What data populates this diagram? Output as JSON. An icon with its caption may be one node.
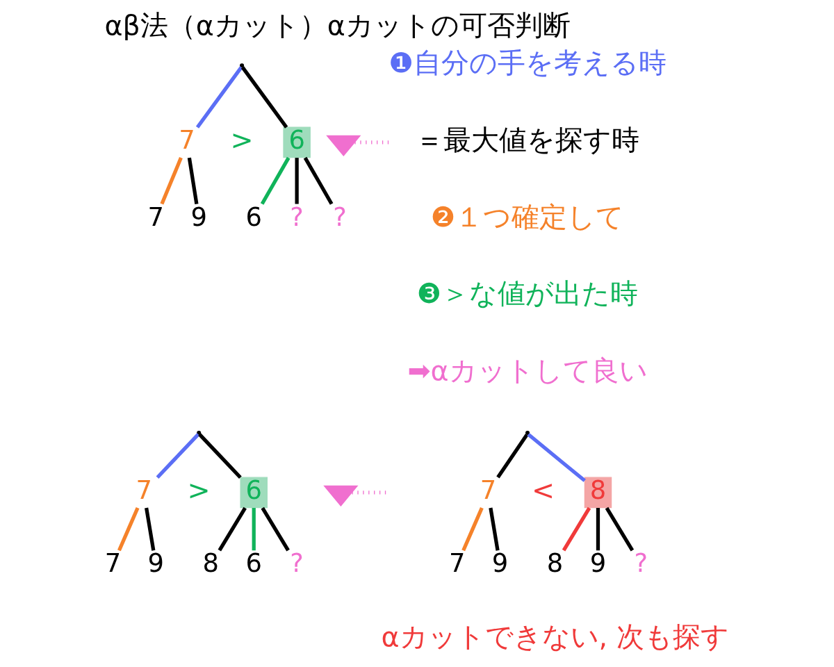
{
  "diagram": {
    "title": "αβ法（αカット）αカットの可否判断",
    "nodes": [
      {
        "text": [],
        "shape": "point"
      },
      {
        "text": [
          "7"
        ]
      },
      {
        "text": [
          "6"
        ]
      },
      {
        "text": [
          "7"
        ]
      },
      {
        "text": [
          "9"
        ]
      },
      {
        "text": [
          "6"
        ]
      },
      {
        "text": [
          "?"
        ]
      },
      {
        "text": [
          "?"
        ]
      },
      {
        "text": [],
        "shape": "scissors"
      },
      {
        "text": [],
        "shape": "point"
      },
      {
        "text": [
          "7"
        ]
      },
      {
        "text": [
          "6"
        ]
      },
      {
        "text": [
          "7"
        ]
      },
      {
        "text": [
          "9"
        ]
      },
      {
        "text": [
          "8"
        ]
      },
      {
        "text": [
          "6"
        ]
      },
      {
        "text": [
          "?"
        ]
      },
      {
        "text": [],
        "shape": "scissors"
      },
      {
        "text": [],
        "shape": "point"
      },
      {
        "text": [
          "7"
        ]
      },
      {
        "text": [
          "8"
        ]
      },
      {
        "text": [
          "7"
        ]
      },
      {
        "text": [
          "9"
        ]
      },
      {
        "text": [
          "8"
        ]
      },
      {
        "text": [
          "9"
        ]
      },
      {
        "text": [
          "?"
        ]
      }
    ],
    "edges": [
      {
        "from": 0,
        "to": 1,
        "arrow": "none",
        "color": "#5b6ef5"
      },
      {
        "from": 0,
        "to": 2,
        "arrow": "none"
      },
      {
        "from": 1,
        "to": 3,
        "arrow": "none",
        "color": "#f5822a"
      },
      {
        "from": 1,
        "to": 4,
        "arrow": "none"
      },
      {
        "from": 2,
        "to": 5,
        "arrow": "none",
        "color": "#10b35a"
      },
      {
        "from": 2,
        "to": 6,
        "arrow": "none"
      },
      {
        "from": 2,
        "to": 7,
        "arrow": "none"
      },
      {
        "from": 8,
        "to": null,
        "arrow": "none",
        "style": "dashed",
        "color": "#f06fcf"
      },
      {
        "from": 9,
        "to": 10,
        "arrow": "none",
        "color": "#5b6ef5"
      },
      {
        "from": 9,
        "to": 11,
        "arrow": "none"
      },
      {
        "from": 10,
        "to": 12,
        "arrow": "none",
        "color": "#f5822a"
      },
      {
        "from": 10,
        "to": 13,
        "arrow": "none"
      },
      {
        "from": 11,
        "to": 14,
        "arrow": "none"
      },
      {
        "from": 11,
        "to": 15,
        "arrow": "none",
        "color": "#10b35a"
      },
      {
        "from": 11,
        "to": 16,
        "arrow": "none"
      },
      {
        "from": 17,
        "to": null,
        "arrow": "none",
        "style": "dashed",
        "color": "#f06fcf"
      },
      {
        "from": 18,
        "to": 19,
        "arrow": "none"
      },
      {
        "from": 18,
        "to": 20,
        "arrow": "none",
        "color": "#5b6ef5"
      },
      {
        "from": 19,
        "to": 21,
        "arrow": "none",
        "color": "#f5822a"
      },
      {
        "from": 19,
        "to": 22,
        "arrow": "none"
      },
      {
        "from": 20,
        "to": 23,
        "arrow": "none",
        "color": "#f03a3a"
      },
      {
        "from": 20,
        "to": 24,
        "arrow": "none"
      },
      {
        "from": 20,
        "to": 25,
        "arrow": "none"
      }
    ],
    "labels": [
      ">",
      "❶自分の手を考える時",
      "＝最大値を探す時",
      "❷１つ確定して",
      "❸＞な値が出た時",
      "➡αカットして良い",
      ">",
      "<",
      "αカットできない, 次も探す"
    ]
  }
}
